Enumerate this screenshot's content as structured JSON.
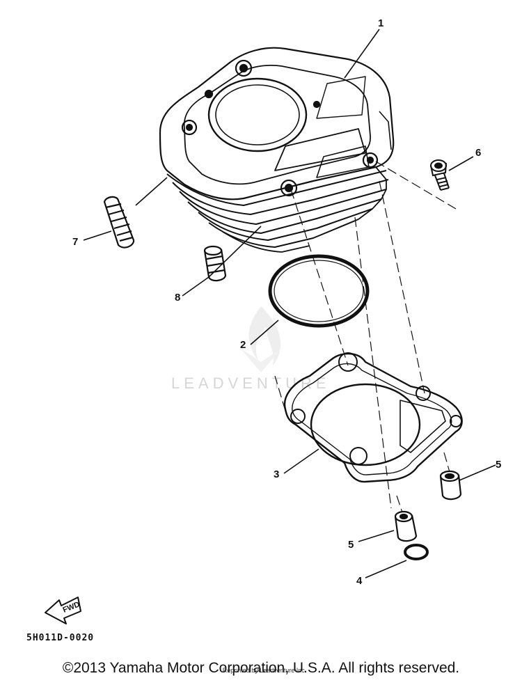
{
  "diagram": {
    "callouts": {
      "c1": "1",
      "c2": "2",
      "c3": "3",
      "c4": "4",
      "c5a": "5",
      "c5b": "5",
      "c6": "6",
      "c7": "7",
      "c8": "8"
    },
    "part_code": "5H011D-0020",
    "fwd_label": "FWD",
    "watermark": "LEADVENTURE"
  },
  "footer": {
    "copyright": "©2013 Yamaha Motor Corporation, U.S.A. All rights reserved.",
    "reprint": "Reprinted by Leadventure Inc."
  }
}
